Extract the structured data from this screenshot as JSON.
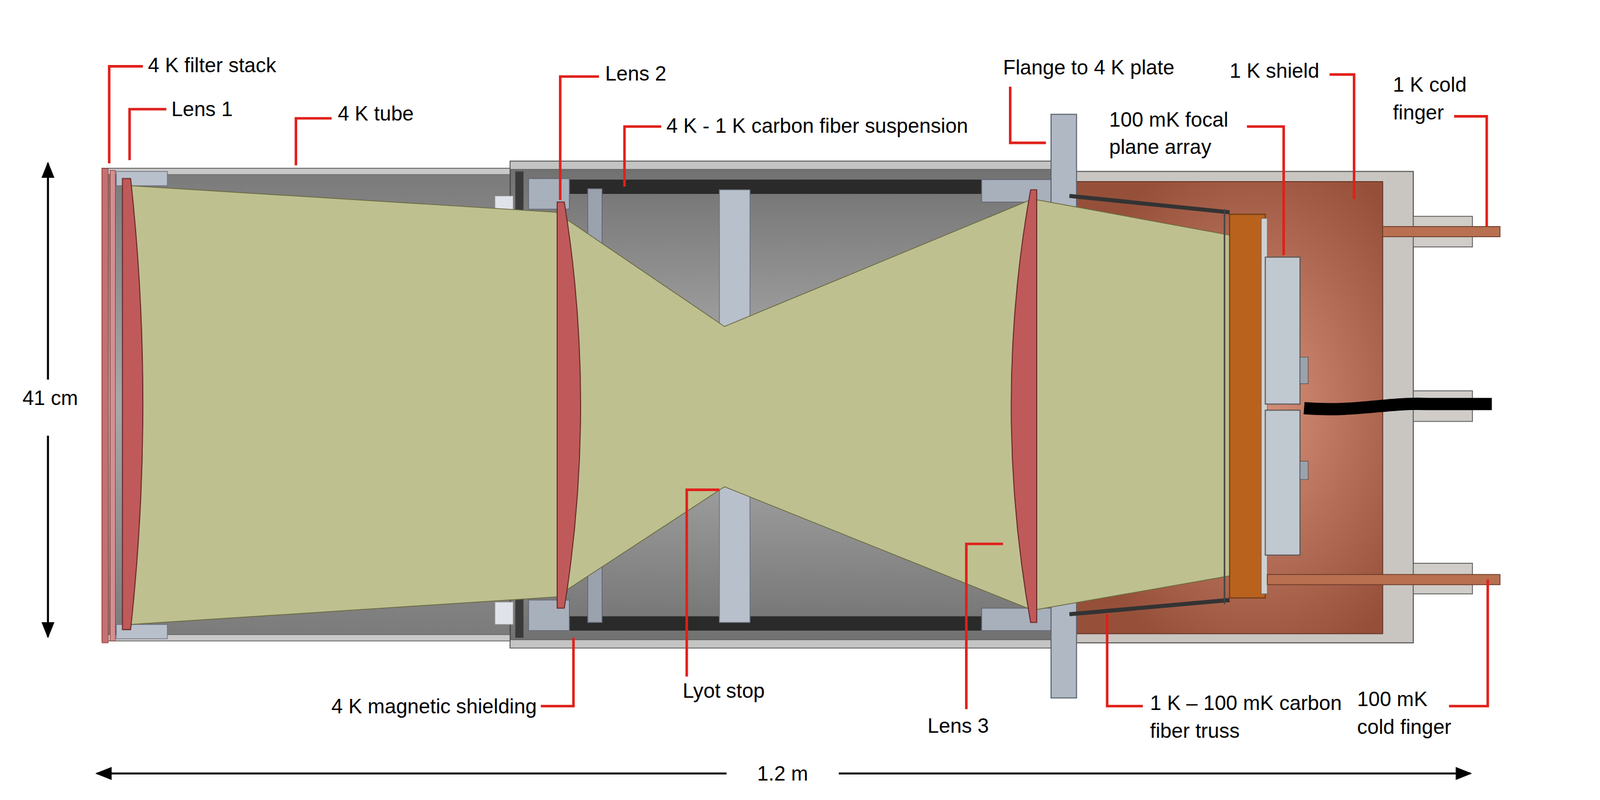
{
  "diagram": {
    "labels": [
      "4 K filter stack",
      "Lens 1",
      "4 K tube",
      "Lens 2",
      "4 K - 1 K carbon fiber suspension",
      "Flange to 4 K plate",
      "1 K shield",
      "1 K cold finger",
      "100 mK focal plane array",
      "41 cm",
      "4 K magnetic shielding",
      "Lyot stop",
      "Lens 3",
      "1 K – 100 mK carbon fiber truss",
      "100 mK cold finger",
      "1.2 m"
    ]
  }
}
